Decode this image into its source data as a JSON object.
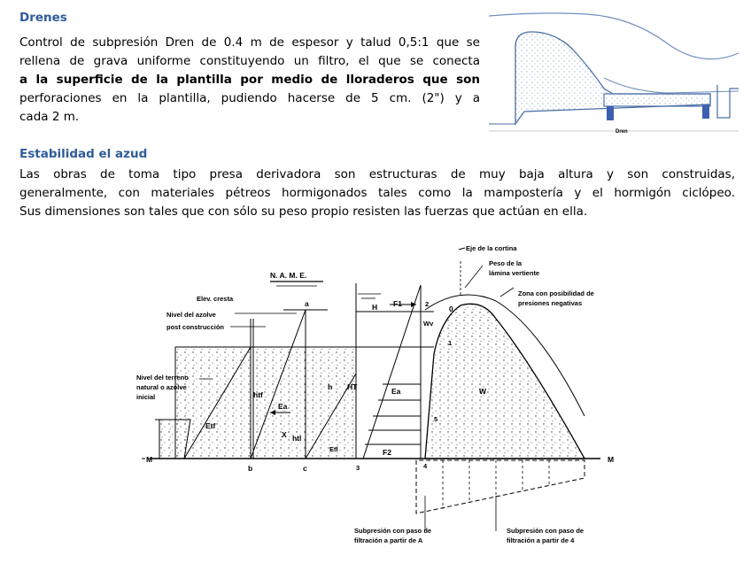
{
  "section1": {
    "title": "Drenes",
    "lines": [
      "Control de subpresión Dren de 0.4 m de espesor y talud 0,5:1 que se",
      "rellena de grava uniforme constituyendo un filtro, el que se conecta",
      "a la superficie de la plantilla por medio de lloraderos que son",
      "perforaciones en la plantilla, pudiendo hacerse de 5 cm. (2\") y a",
      "cada 2 m."
    ]
  },
  "small_figure": {
    "label": "Dren"
  },
  "section2": {
    "title": "Estabilidad el azud",
    "lines": [
      "Las obras de toma tipo presa derivadora son estructuras de muy baja altura y son construidas,",
      "generalmente, con materiales pétreos hormigonados tales como la mampostería y el hormigón ciclópeo.",
      "Sus dimensiones son tales que con sólo su peso propio resisten las fuerzas que actúan en ella."
    ]
  },
  "diagram": {
    "eje": "Eje de la cortina",
    "peso_1": "Peso de la",
    "peso_2": "lámina vertiente",
    "zona_1": "Zona con posibilidad de",
    "zona_2": "presiones negativas",
    "name": "N. A. M. E.",
    "elev_cresta": "Elev. cresta",
    "azolve_post_1": "Nivel del azolve",
    "azolve_post_2": "post construcción",
    "terreno_1": "Nivel del terreno",
    "terreno_2": "natural o azolve",
    "terreno_3": "inicial",
    "etf": "Etf",
    "htf": "htf",
    "ea_left": "Ea",
    "x": "X",
    "htl": "htl",
    "h": "h",
    "ht": "HT",
    "etl": "Etl",
    "H": "H",
    "F1": "F1",
    "two": "2",
    "o": "0",
    "wv": "Wv",
    "one": "1",
    "ea_right": "Ea",
    "W": "W",
    "five": "5",
    "F2": "F2",
    "four": "4",
    "three": "3",
    "M_left": "M",
    "M_right": "M",
    "b": "b",
    "c": "c",
    "a": "a",
    "sub_a_1": "Subpresión con paso de",
    "sub_a_2": "filtración a partir de A",
    "sub_4_1": "Subpresión con paso de",
    "sub_4_2": "filtración a partir de 4"
  }
}
